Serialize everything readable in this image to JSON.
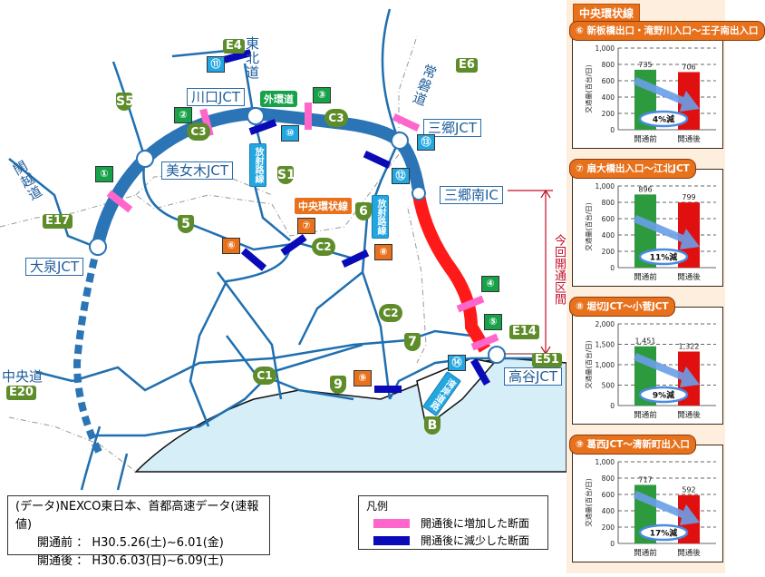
{
  "map": {
    "junctions": [
      "川口JCT",
      "美女木JCT",
      "大泉JCT",
      "三郷JCT",
      "三郷南IC",
      "高谷JCT"
    ],
    "roads": {
      "tohoku": "東北道",
      "kanetsu": "関越道",
      "joban": "常磐道",
      "chuo": "中央道",
      "gaikando": "外環道",
      "radial": "放射路線",
      "wangan": "湾岸道路",
      "central_circular": "中央環状線"
    },
    "route_codes": [
      "E4",
      "E6",
      "E17",
      "E20",
      "E14",
      "E51",
      "S5",
      "S1",
      "5",
      "6",
      "7",
      "9",
      "B",
      "C1",
      "C2",
      "C3"
    ],
    "section_markers": [
      "①",
      "②",
      "③",
      "④",
      "⑤",
      "⑥",
      "⑦",
      "⑧",
      "⑨",
      "⑩",
      "⑪",
      "⑫",
      "⑬",
      "⑭"
    ],
    "opened_section_label": "今回開通区間",
    "colors": {
      "ring": "#2b74b5",
      "new_section": "#ff1a1a",
      "increase": "#ff66cc",
      "decrease": "#0a0ab8",
      "water": "#d6eef8"
    }
  },
  "note": {
    "source": "(データ)NEXCO東日本、首都高速データ(速報値)",
    "before_label": "開通前",
    "before_period": "H30.5.26(土)~6.01(金)",
    "after_label": "開通後",
    "after_period": "H30.6.03(日)~6.09(土)",
    "sep": "："
  },
  "legend": {
    "title": "凡例",
    "items": [
      {
        "label": "開通後に増加した断面",
        "color": "#ff66cc"
      },
      {
        "label": "開通後に減少した断面",
        "color": "#0a0ab8"
      }
    ]
  },
  "panel": {
    "title": "中央環状線",
    "ylabel": "交通量(百台/日)",
    "categories": [
      "開通前",
      "開通後"
    ]
  },
  "chart_data": [
    {
      "type": "bar",
      "title": "⑥ 新板橋出口・滝野川入口～王子南出入口",
      "categories": [
        "開通前",
        "開通後"
      ],
      "values": [
        735,
        706
      ],
      "ylabel": "交通量(百台/日)",
      "ylim": [
        0,
        1000
      ],
      "yticks": [
        0,
        200,
        400,
        600,
        800,
        "1,000"
      ],
      "annotation": "4%減",
      "colors": [
        "#2e9a3e",
        "#e01010"
      ]
    },
    {
      "type": "bar",
      "title": "⑦ 扇大橋出入口～江北JCT",
      "categories": [
        "開通前",
        "開通後"
      ],
      "values": [
        896,
        799
      ],
      "ylabel": "交通量(百台/日)",
      "ylim": [
        0,
        1000
      ],
      "yticks": [
        0,
        200,
        400,
        600,
        800,
        "1,000"
      ],
      "annotation": "11%減",
      "colors": [
        "#2e9a3e",
        "#e01010"
      ]
    },
    {
      "type": "bar",
      "title": "⑧ 堀切JCT～小菅JCT",
      "categories": [
        "開通前",
        "開通後"
      ],
      "values": [
        1451,
        1322
      ],
      "value_labels": [
        "1,451",
        "1,322"
      ],
      "ylabel": "交通量(百台/日)",
      "ylim": [
        0,
        2000
      ],
      "yticks": [
        0,
        500,
        "1,000",
        "1,500",
        "2,000"
      ],
      "annotation": "9%減",
      "colors": [
        "#2e9a3e",
        "#e01010"
      ]
    },
    {
      "type": "bar",
      "title": "⑨ 葛西JCT～清新町出入口",
      "categories": [
        "開通前",
        "開通後"
      ],
      "values": [
        717,
        592
      ],
      "ylabel": "交通量(百台/日)",
      "ylim": [
        0,
        1000
      ],
      "yticks": [
        0,
        200,
        400,
        600,
        800,
        "1,000"
      ],
      "annotation": "17%減",
      "colors": [
        "#2e9a3e",
        "#e01010"
      ]
    }
  ]
}
